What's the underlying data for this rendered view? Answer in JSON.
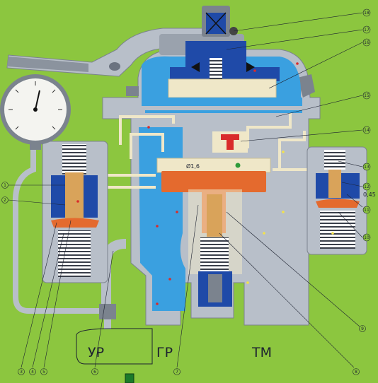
{
  "diagram": {
    "colors": {
      "background": "#8cc63f",
      "body_gray": "#b8bfc9",
      "dark_gray": "#7b838e",
      "reservoir_blue": "#3aa0e0",
      "navy": "#1f4aa8",
      "piston_orange": "#e46a2e",
      "brass": "#d9a35a",
      "cream": "#efe7c8",
      "tm_beige": "#e7dcc3",
      "red_dot": "#d92b2b",
      "yellow_dot": "#f3e24a"
    },
    "chamber_labels": {
      "ur": "УР",
      "gr": "ГР",
      "tm": "ТМ"
    },
    "dimensions": {
      "orifice_1": "Ø1,6",
      "orifice_2": "0,45"
    },
    "callouts": {
      "c1": "1",
      "c2": "2",
      "c3": "3",
      "c4": "4",
      "c5": "5",
      "c6": "6",
      "c7": "7",
      "c8": "8",
      "c9": "9",
      "c10": "10",
      "c11": "11",
      "c12": "12",
      "c13": "13",
      "c14": "14",
      "c15": "15",
      "c16": "16",
      "c17": "17",
      "c18": "18"
    },
    "icons": {
      "gauge": "pressure-gauge-icon",
      "handle": "control-handle-icon",
      "spring": "spring-icon"
    }
  }
}
